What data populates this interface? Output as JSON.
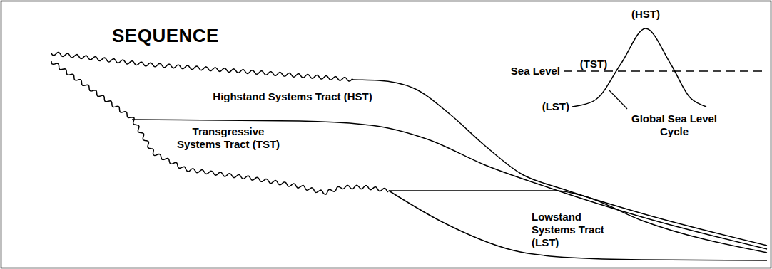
{
  "diagram": {
    "title": "SEQUENCE",
    "labels": [
      "Highstand Systems Tract (HST)",
      "Transgressive Systems Tract (TST)",
      "Lowstand Systems Tract (LST)",
      "(HST)",
      "(TST)",
      "Sea Level",
      "(LST)",
      "Global Sea Level Cycle"
    ]
  }
}
